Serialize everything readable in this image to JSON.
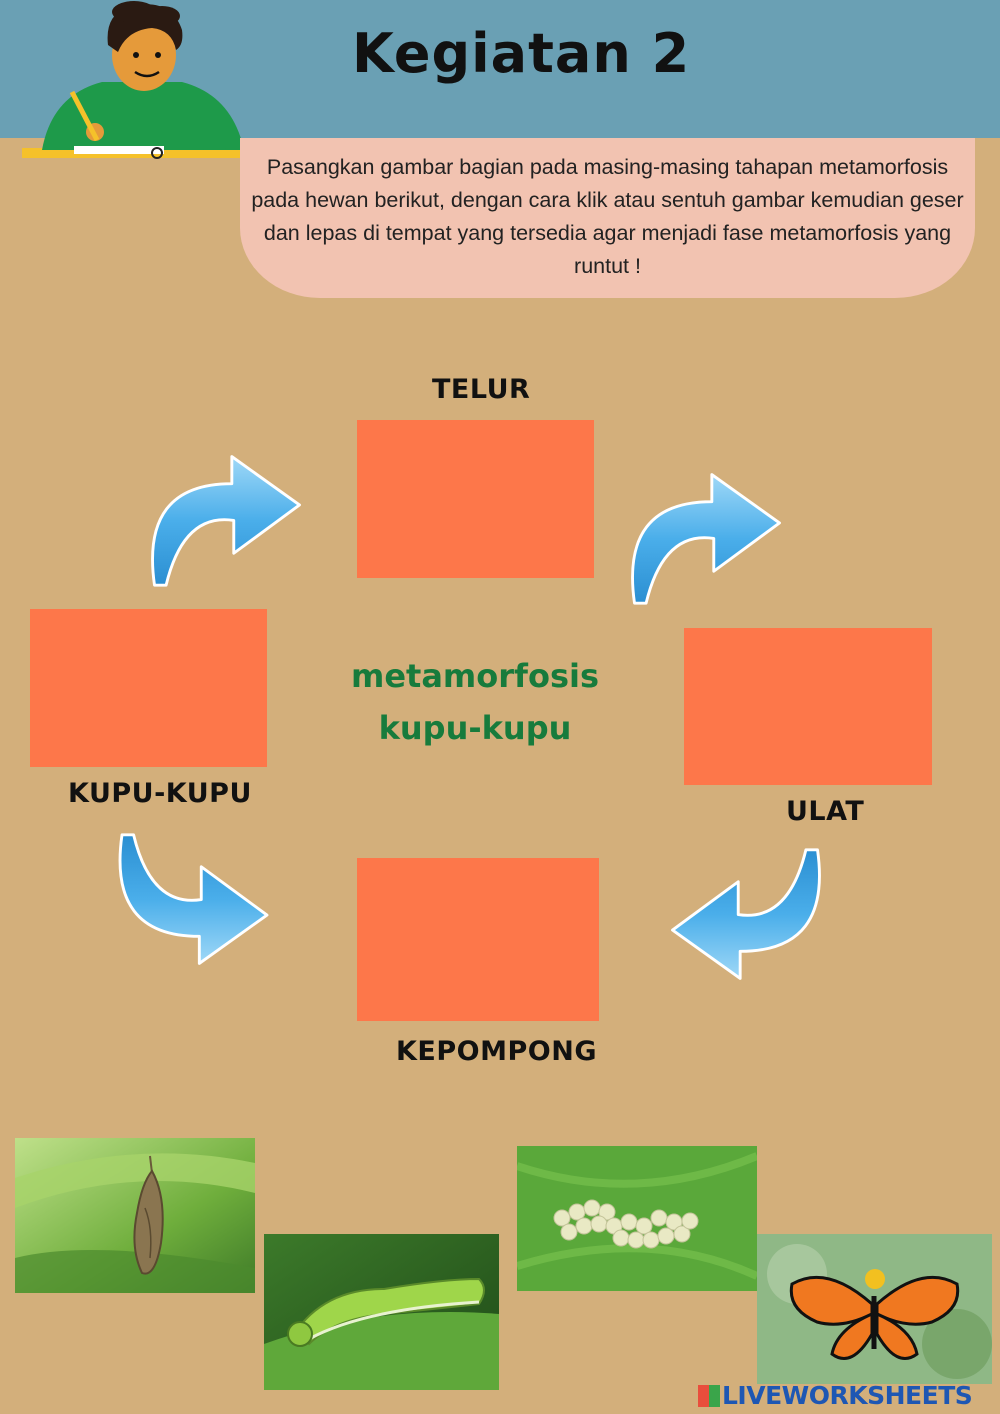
{
  "header": {
    "title": "Kegiatan 2"
  },
  "instruction": "Pasangkan gambar bagian pada masing-masing tahapan metamorfosis pada hewan berikut, dengan cara klik atau sentuh gambar kemudian geser dan lepas di tempat yang tersedia agar menjadi fase metamorfosis yang runtut !",
  "cycle": {
    "title_line1": "metamorfosis",
    "title_line2": "kupu-kupu",
    "stages": {
      "telur": "TELUR",
      "ulat": "ULAT",
      "kepompong": "KEPOMPONG",
      "kupu": "KUPU-KUPU"
    }
  },
  "photos": [
    "chrysalis-photo",
    "caterpillar-photo",
    "eggs-photo",
    "butterfly-photo"
  ],
  "colors": {
    "background": "#d3af7b",
    "header": "#6aa0b4",
    "instruction_bg": "#f2c3b1",
    "drop_box": "#fd774a",
    "title_green": "#177b3c",
    "arrow_blue": "#5db7ea"
  },
  "footer": {
    "logo": "LIVEWORKSHEETS"
  }
}
